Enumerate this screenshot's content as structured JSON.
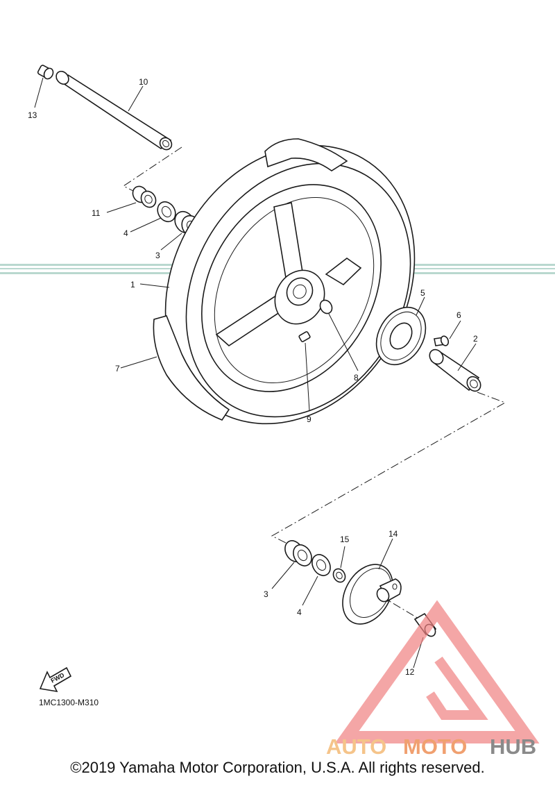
{
  "diagram": {
    "code": "1MC1300-M310",
    "fwd_label": "FWD",
    "callouts": [
      "1",
      "2",
      "3",
      "4",
      "5",
      "6",
      "7",
      "8",
      "9",
      "10",
      "11",
      "12",
      "13",
      "14",
      "15"
    ]
  },
  "watermark": {
    "part1": "AUTO",
    "part2": "MOTO",
    "part3": "HUB",
    "color_auto": "#f5c48a",
    "color_moto": "#f0a070",
    "color_hub": "#8a8a8a",
    "triangle_color": "#f08080"
  },
  "footer": {
    "copyright": "©2019 Yamaha Motor Corporation, U.S.A. All rights reserved."
  }
}
